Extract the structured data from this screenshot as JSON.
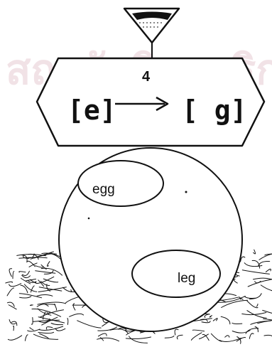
{
  "watermark": {
    "text": "สถาบันวิทยบริการ จุฬาลงกรณ์มหาวิทยาลัย",
    "color": "#e9cfd6"
  },
  "funnel": {
    "icon": "funnel-icon"
  },
  "rule": {
    "from": "[e]",
    "arrow_label": "4",
    "to": "[ g]"
  },
  "ball": {
    "regions": [
      {
        "label": "egg"
      },
      {
        "label": "leg"
      }
    ]
  },
  "nest": {
    "icon": "straw-nest-icon"
  },
  "colors": {
    "ink": "#111111",
    "background": "#ffffff"
  }
}
